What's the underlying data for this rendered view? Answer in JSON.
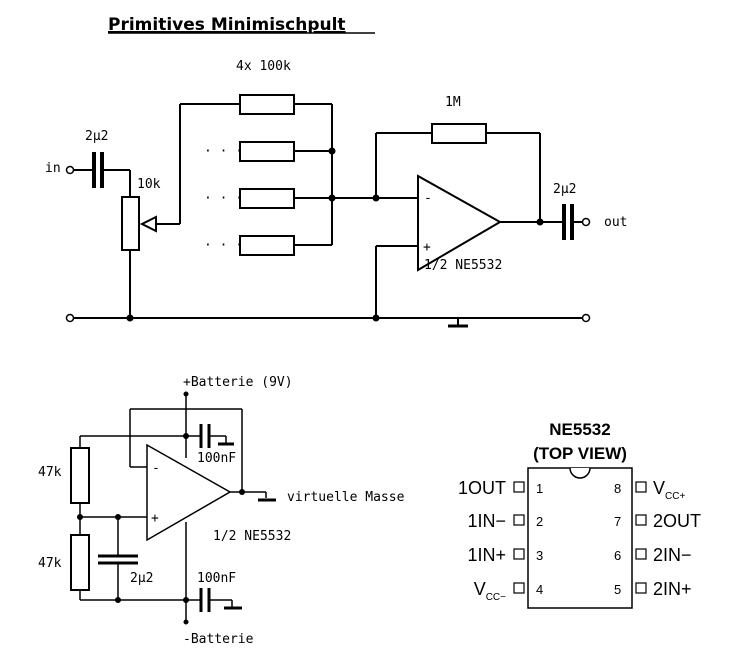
{
  "title": "Primitives Minimischpult",
  "mixer": {
    "in_label": "in",
    "out_label": "out",
    "cap_in_label": "2µ2",
    "pot_label": "10k",
    "resistors_label": "4x 100k",
    "feedback_label": "1M",
    "cap_out_label": "2µ2",
    "opamp_label": "1/2 NE5532",
    "dots": "· · ·",
    "minus": "-",
    "plus": "+"
  },
  "supply": {
    "plus_label": "+Batterie (9V)",
    "minus_label": "-Batterie",
    "r1_label": "47k",
    "r2_label": "47k",
    "cap_label": "2µ2",
    "cap_top_label": "100nF",
    "cap_bot_label": "100nF",
    "vmasse_label": "virtuelle Masse",
    "opamp_label": "1/2 NE5532",
    "minus": "-",
    "plus": "+"
  },
  "pinout": {
    "title": "NE5532",
    "subtitle": "(TOP VIEW)",
    "left": [
      {
        "num": "1",
        "name": "1OUT",
        "sub": ""
      },
      {
        "num": "2",
        "name": "1IN−",
        "sub": ""
      },
      {
        "num": "3",
        "name": "1IN+",
        "sub": ""
      },
      {
        "num": "4",
        "name": "V",
        "sub": "CC−"
      }
    ],
    "right": [
      {
        "num": "8",
        "name": "V",
        "sub": "CC+"
      },
      {
        "num": "7",
        "name": "2OUT",
        "sub": ""
      },
      {
        "num": "6",
        "name": "2IN−",
        "sub": ""
      },
      {
        "num": "5",
        "name": "2IN+",
        "sub": ""
      }
    ]
  }
}
